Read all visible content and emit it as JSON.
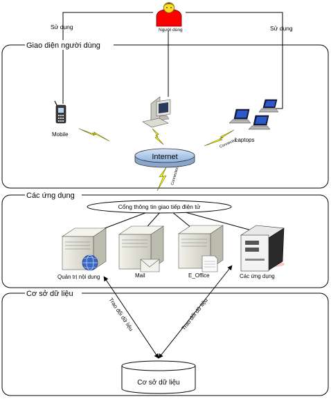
{
  "user": {
    "label": "Người dùng",
    "left_edge_label": "Sử dụng",
    "right_edge_label": "Sử dụng"
  },
  "panels": {
    "ui": {
      "title": "Giao diện người dùng"
    },
    "apps": {
      "title": "Các ứng dụng"
    },
    "db": {
      "title": "Cơ sở dữ liệu"
    }
  },
  "ui_layer": {
    "mobile_label": "Mobile",
    "laptops_label": "Laptops",
    "internet_label": "Internet",
    "connection_label_right": "Connection",
    "connection_label_down": "Connection"
  },
  "apps_layer": {
    "portal_label": "Cổng thông tin giao tiếp điện tử",
    "servers": [
      {
        "label": "Quản trị nội dung"
      },
      {
        "label": "Mail"
      },
      {
        "label": "E_Office"
      },
      {
        "label": "Các ứng dụng"
      }
    ]
  },
  "db_layer": {
    "database_label": "Cơ sở dữ liệu",
    "exchange_label_left": "Trao đổi dữ liệu",
    "exchange_label_right": "Trao đổi dữ liệu"
  },
  "colors": {
    "user_shirt": "#ff0000",
    "internet_fill": "#b8d0ee",
    "lightning": "#ffff00",
    "server_body": "#e6e6dc"
  }
}
